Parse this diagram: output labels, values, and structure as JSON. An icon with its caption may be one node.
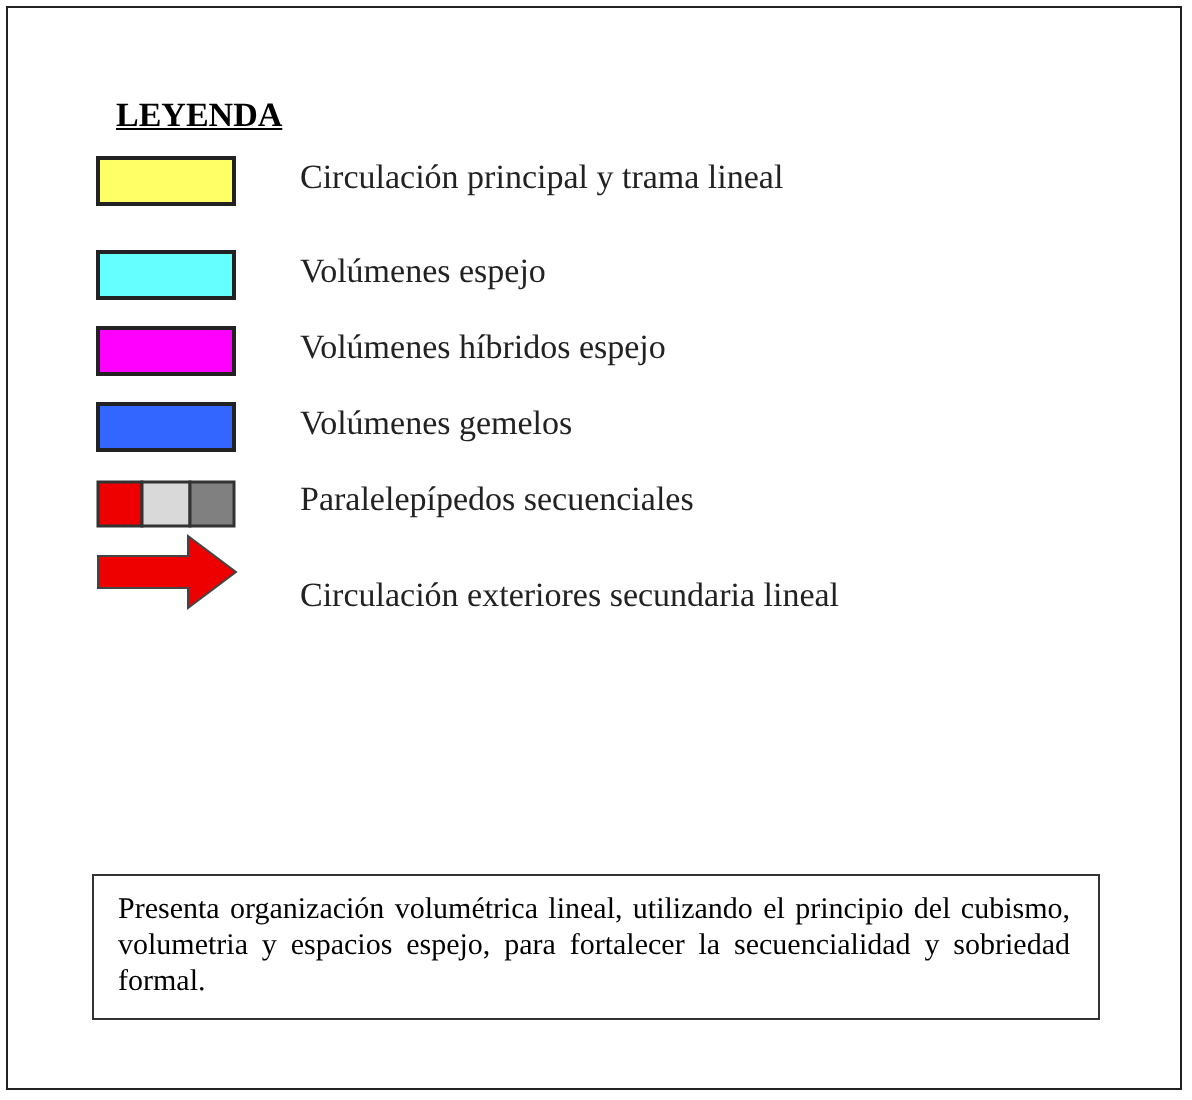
{
  "diagram": {
    "title": "LEYENDA",
    "nodes": [
      {
        "text": [
          "Presenta organización volumétrica lineal, utilizando el principio del cubismo, volumetria y espacios espejo, para fortalecer la secuencialidad y sobriedad formal."
        ]
      }
    ],
    "legend": [
      {
        "text": "Circulación principal y trama lineal",
        "color": "#ffff66"
      },
      {
        "text": "Volúmenes espejo",
        "color": "#66ffff"
      },
      {
        "text": "Volúmenes híbridos espejo",
        "color": "#ff00ff"
      },
      {
        "text": "Volúmenes gemelos",
        "color": "#3366ff"
      },
      {
        "text": "Paralelepípedos secuenciales"
      },
      {
        "text": "Circulación exteriores secundaria lineal"
      }
    ]
  }
}
